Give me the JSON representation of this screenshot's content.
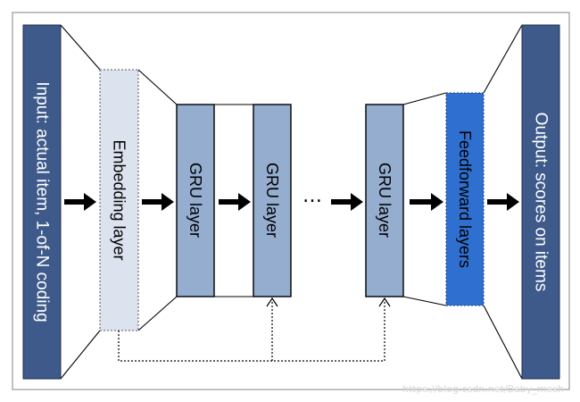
{
  "diagram": {
    "input_label": "Input: actual item, 1-of-N coding",
    "embedding_label": "Embedding layer",
    "gru1_label": "GRU layer",
    "gru2_label": "GRU layer",
    "gru3_label": "GRU layer",
    "ellipsis": "…",
    "feedforward_label": "Feedforward layers",
    "output_label": "Output: scores on items"
  },
  "watermark": "https://blog.csdn.net/Baby_mesh",
  "colors": {
    "io_box": "#3d5a8a",
    "embedding_box": "#dce3ef",
    "gru_box": "#95aed0",
    "feedforward_box": "#2f6fd0",
    "arrow": "#000000"
  }
}
